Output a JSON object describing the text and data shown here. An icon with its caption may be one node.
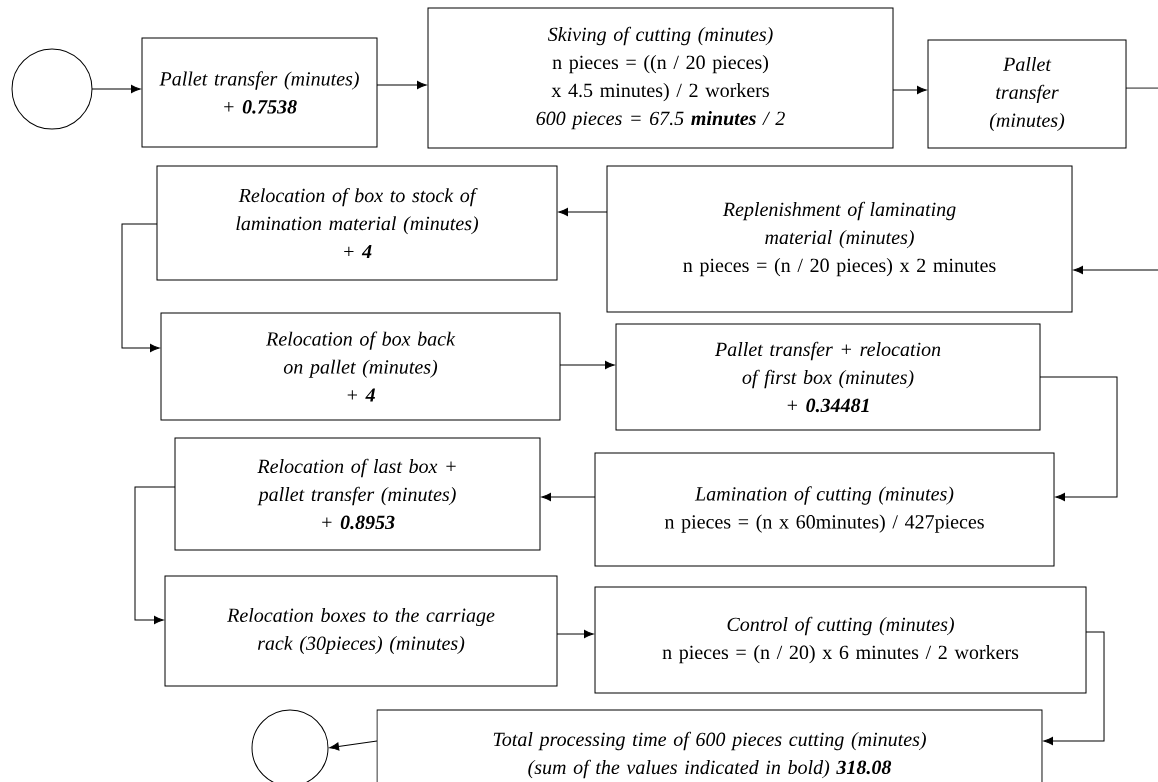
{
  "diagram": {
    "nodes": [
      {
        "text": [],
        "shape": "circle"
      },
      {
        "text": [
          "Pallet transfer (minutes)",
          "+ **0.7538**"
        ]
      },
      {
        "text": [
          "Skiving of cutting (minutes)",
          "n pieces = ((n / 20 pieces) x 4.5 minutes) / 2 workers",
          "600 pieces = 67.5 **minutes** / 2"
        ]
      },
      {
        "text": [
          "Pallet transfer (minutes)"
        ]
      },
      {
        "text": [
          "Replenishment of laminating material (minutes)",
          "n pieces = (n / 20 pieces) x 2 minutes"
        ]
      },
      {
        "text": [
          "Relocation of box to stock of lamination material (minutes)",
          "+ **4**"
        ]
      },
      {
        "text": [
          "Relocation of box back on pallet (minutes)",
          "+ **4**"
        ]
      },
      {
        "text": [
          "Pallet transfer + relocation of first box (minutes)",
          "+ **0.34481**"
        ]
      },
      {
        "text": [
          "Lamination of cutting (minutes)",
          "n pieces = (n x 60minutes) / 427pieces"
        ]
      },
      {
        "text": [
          "Relocation of last box + pallet transfer (minutes)",
          "+ **0.8953**"
        ]
      },
      {
        "text": [
          "Relocation boxes to the carriage rack (30pieces) (minutes)"
        ]
      },
      {
        "text": [
          "Control of cutting (minutes)",
          "n pieces = (n / 20) x 6 minutes / 2 workers"
        ]
      },
      {
        "text": [
          "Total processing time of 600 pieces cutting (minutes) (sum of the values indicated in bold) **318.08**"
        ]
      },
      {
        "text": [],
        "shape": "circle"
      }
    ],
    "edges": [
      {
        "from": 0,
        "to": 1,
        "arrow": "to"
      },
      {
        "from": 1,
        "to": 2,
        "arrow": "to"
      },
      {
        "from": 2,
        "to": 3,
        "arrow": "to"
      },
      {
        "from": 3,
        "to": 4,
        "arrow": "to"
      },
      {
        "from": 4,
        "to": 5,
        "arrow": "to"
      },
      {
        "from": 5,
        "to": 6,
        "arrow": "to"
      },
      {
        "from": 6,
        "to": 7,
        "arrow": "to"
      },
      {
        "from": 7,
        "to": 8,
        "arrow": "to"
      },
      {
        "from": 8,
        "to": 9,
        "arrow": "to"
      },
      {
        "from": 9,
        "to": 10,
        "arrow": "to"
      },
      {
        "from": 10,
        "to": 11,
        "arrow": "to"
      },
      {
        "from": 11,
        "to": 12,
        "arrow": "to"
      },
      {
        "from": 12,
        "to": 13,
        "arrow": "to"
      }
    ]
  }
}
